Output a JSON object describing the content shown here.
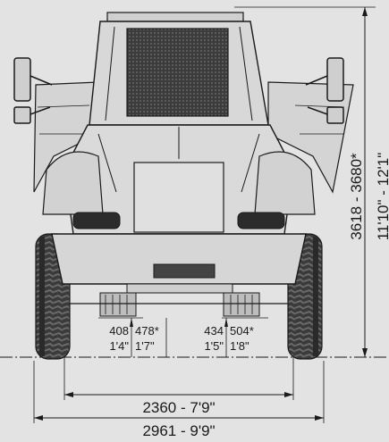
{
  "diagram": {
    "subject": "articulated dump truck front view",
    "colors": {
      "background": "#e3e3e3",
      "ink": "#1a1a1a",
      "tire": "#3a3a3a",
      "tread": "#5a5a5a",
      "grille": "#444444",
      "light": "#2b2b2b"
    },
    "dimensions": {
      "overall_height": "3618 - 3680*",
      "overall_height_imperial": "11'10\" - 12'1\"",
      "track_width": "2360 - 7'9\"",
      "overall_width": "2961 - 9'9\"",
      "clearance_left_a": "408",
      "clearance_left_a_imperial": "1'4\"",
      "clearance_left_b": "478*",
      "clearance_left_b_imperial": "1'7\"",
      "clearance_right_a": "434",
      "clearance_right_a_imperial": "1'5\"",
      "clearance_right_b": "504*",
      "clearance_right_b_imperial": "1'8\""
    }
  }
}
